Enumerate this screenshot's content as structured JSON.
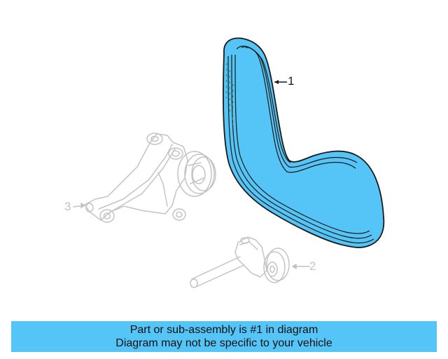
{
  "callouts": [
    {
      "id": "1",
      "label": "1",
      "highlighted": true
    },
    {
      "id": "2",
      "label": "2",
      "highlighted": false
    },
    {
      "id": "3",
      "label": "3",
      "highlighted": false
    }
  ],
  "parts": [
    {
      "callout": "1",
      "icon": "serpentine-belt-icon",
      "highlighted": true
    },
    {
      "callout": "2",
      "icon": "idler-pulley-icon",
      "highlighted": false
    },
    {
      "callout": "3",
      "icon": "tensioner-bracket-icon",
      "highlighted": false
    }
  ],
  "banner": {
    "line1": "Part or sub-assembly is #1 in diagram",
    "line2": "Diagram may not be specific to your vehicle"
  },
  "colors": {
    "highlight": "#55c4f6",
    "banner": "#55c4f6",
    "faded_lines": "#c4c4c4",
    "outline": "#1a1a1a"
  }
}
